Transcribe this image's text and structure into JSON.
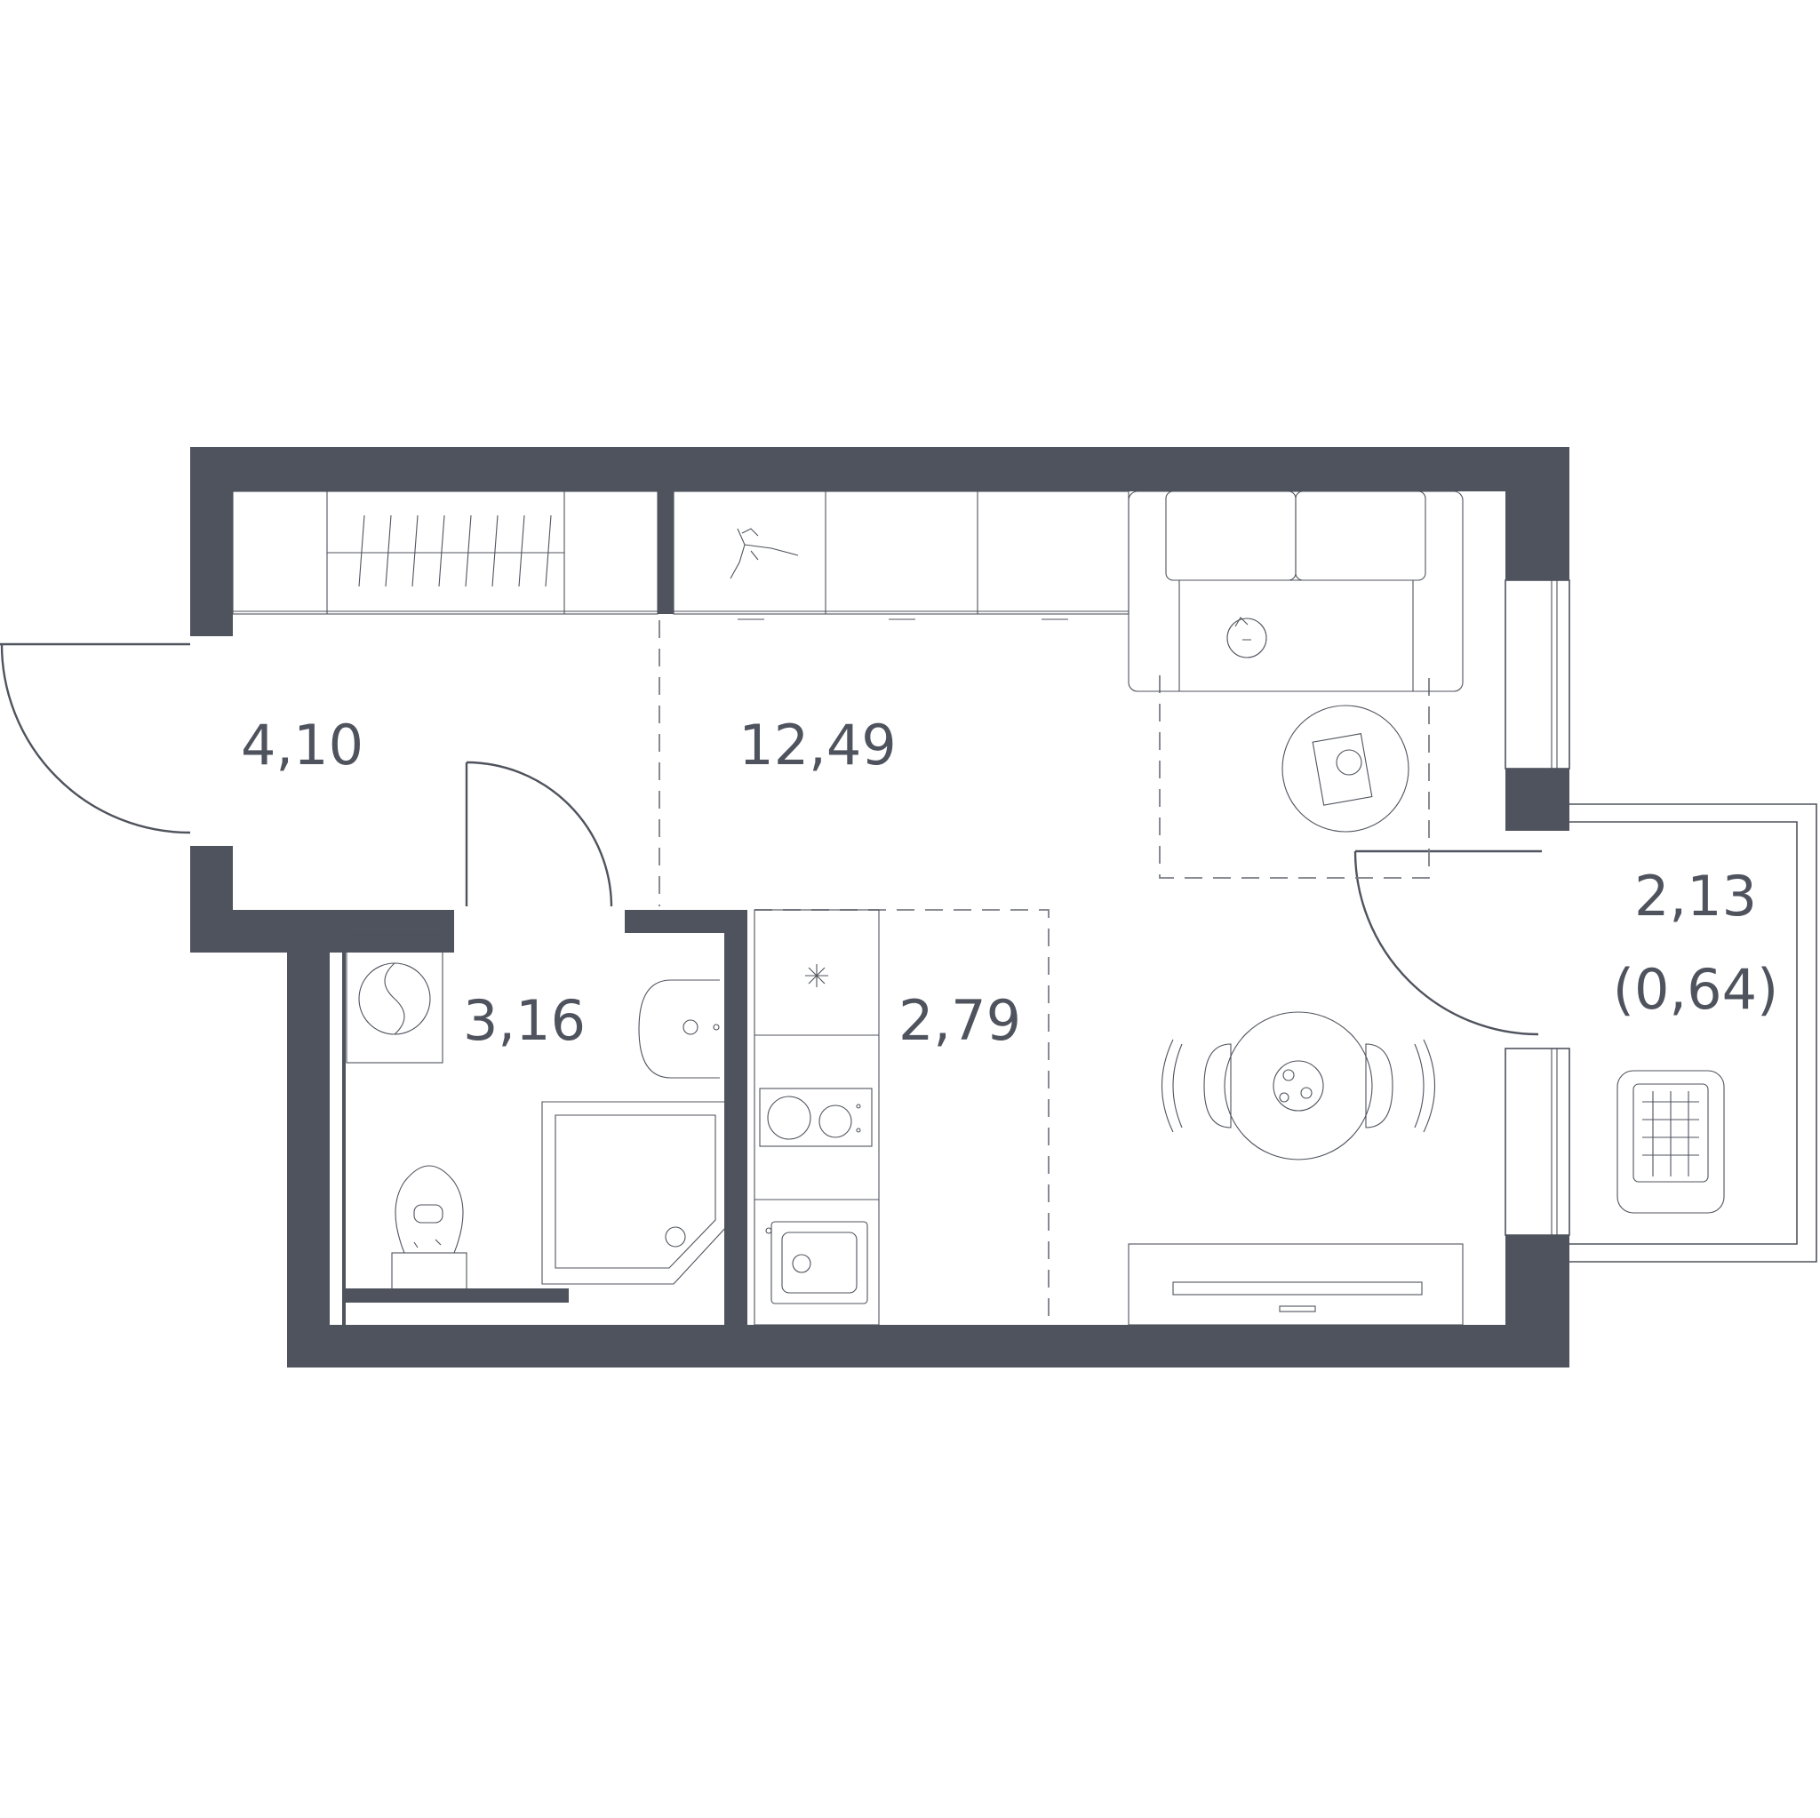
{
  "colors": {
    "wall": "#4f535d",
    "background": "#ffffff"
  },
  "rooms": [
    {
      "id": "hallway",
      "area": "4,10"
    },
    {
      "id": "living-room",
      "area": "12,49"
    },
    {
      "id": "bathroom",
      "area": "3,16"
    },
    {
      "id": "kitchen",
      "area": "2,79"
    },
    {
      "id": "balcony",
      "area": "2,13",
      "reduced_area": "(0,64)"
    }
  ],
  "icons": [
    "washing-machine-icon",
    "toilet-icon",
    "sink-icon",
    "shower-tray-icon",
    "stove-icon",
    "kitchen-sink-icon",
    "sofa-icon",
    "coffee-table-icon",
    "dining-table-icon",
    "chair-icon",
    "tv-stand-icon",
    "armchair-icon",
    "wardrobe-icon",
    "extractor-fan-icon"
  ]
}
